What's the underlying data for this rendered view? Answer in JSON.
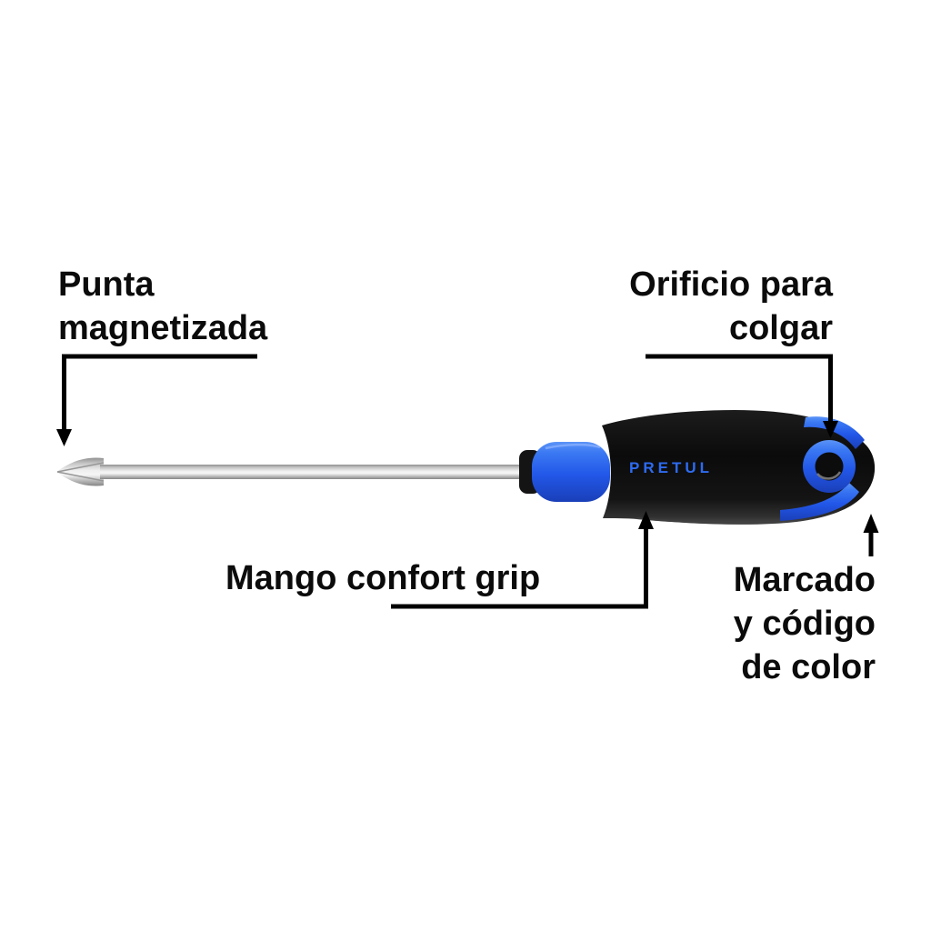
{
  "product": {
    "brand": "PRETUL"
  },
  "callouts": {
    "tip": {
      "lines": [
        "Punta",
        "magnetizada"
      ]
    },
    "hanging_hole": {
      "lines": [
        "Orificio para",
        "colgar"
      ]
    },
    "grip": {
      "lines": [
        "Mango confort grip"
      ]
    },
    "color_marking": {
      "lines": [
        "Marcado",
        "y código",
        "de color"
      ]
    }
  },
  "colors": {
    "accent_blue": "#2e6bf0",
    "handle_black": "#101010",
    "shaft_silver": "#d9d9d9",
    "callout_line": "#000000",
    "label_text": "#0b0b0b",
    "background": "#ffffff"
  }
}
